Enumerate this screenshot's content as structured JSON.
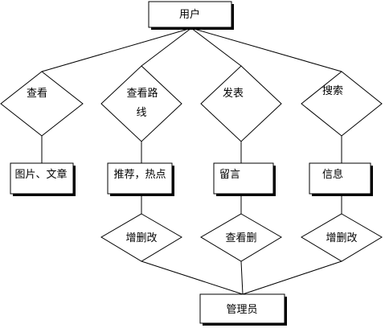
{
  "nodes": {
    "user": "用户",
    "view": "查看",
    "view_route_line1": "查看路",
    "view_route_line2": "线",
    "publish": "发表",
    "search": "搜索",
    "images_articles": "图片、文章",
    "recommend_hot": "推荐，热点",
    "message": "留言",
    "info": "信息",
    "crud_left": "增删改",
    "view_delete": "查看删",
    "crud_right": "增删改",
    "admin": "管理员"
  }
}
